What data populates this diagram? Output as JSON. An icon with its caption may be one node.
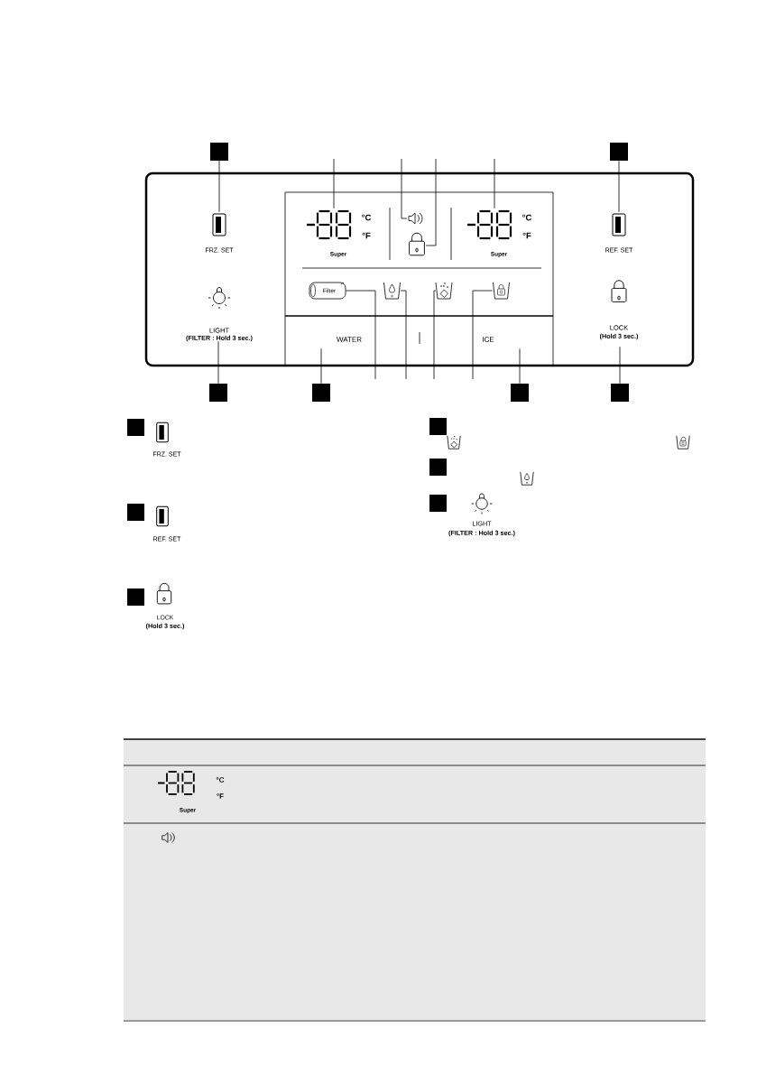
{
  "diagram": {
    "nodes": [
      {
        "text": [],
        "shape": "square"
      },
      {
        "text": [],
        "shape": "square"
      },
      {
        "text": [],
        "shape": "box"
      },
      {
        "text": [
          "FRZ. SET"
        ],
        "in": 2
      },
      {
        "text": [
          "LIGHT",
          "(FILTER : Hold 3 sec.)"
        ],
        "in": 2
      },
      {
        "text": [],
        "shape": "box",
        "in": 2
      },
      {
        "text": [
          "°C",
          "°F",
          "Super"
        ],
        "in": 5
      },
      {
        "text": [],
        "shape": "speaker",
        "in": 5
      },
      {
        "text": [
          "0"
        ],
        "in": 5
      },
      {
        "text": [
          "°C",
          "°F",
          "Super"
        ],
        "in": 5
      },
      {
        "text": [
          "Filter"
        ],
        "in": 5
      },
      {
        "text": [],
        "shape": "cup",
        "in": 5
      },
      {
        "text": [],
        "shape": "cup",
        "in": 5
      },
      {
        "text": [],
        "shape": "cup",
        "in": 5
      },
      {
        "text": [
          "WATER"
        ],
        "in": 5
      },
      {
        "text": [
          "ICE"
        ],
        "in": 5
      },
      {
        "text": [
          "REF. SET"
        ],
        "in": 2
      },
      {
        "text": [
          "0",
          "LOCK",
          "(Hold 3 sec.)"
        ],
        "in": 2
      },
      {
        "text": [],
        "shape": "square"
      },
      {
        "text": [],
        "shape": "square"
      },
      {
        "text": [],
        "shape": "square"
      },
      {
        "text": [],
        "shape": "square"
      },
      {
        "text": [],
        "shape": "square"
      },
      {
        "text": [],
        "shape": "square"
      },
      {
        "text": [],
        "shape": "square"
      },
      {
        "text": [],
        "shape": "square"
      },
      {
        "text": [],
        "shape": "square"
      },
      {
        "text": [],
        "shape": "square"
      }
    ],
    "edges": [
      {
        "from": 0,
        "to": 3,
        "arrow": "none"
      },
      {
        "from": 1,
        "to": 16,
        "arrow": "none"
      },
      {
        "from": 18,
        "to": 4,
        "arrow": "none"
      },
      {
        "from": 19,
        "to": 14,
        "arrow": "none"
      },
      {
        "from": 20,
        "to": 15,
        "arrow": "none"
      },
      {
        "from": 21,
        "to": 17,
        "arrow": "none"
      },
      {
        "from": null,
        "to": 6,
        "arrow": "none"
      },
      {
        "from": null,
        "to": 7,
        "arrow": "none"
      },
      {
        "from": null,
        "to": 8,
        "arrow": "none"
      },
      {
        "from": null,
        "to": 9,
        "arrow": "none"
      },
      {
        "from": null,
        "to": 10,
        "arrow": "none"
      },
      {
        "from": null,
        "to": 11,
        "arrow": "none"
      },
      {
        "from": null,
        "to": 12,
        "arrow": "none"
      },
      {
        "from": null,
        "to": 13,
        "arrow": "none"
      }
    ],
    "labels": [
      "FRZ. SET",
      "REF. SET",
      "0",
      "LOCK",
      "(Hold 3 sec.)",
      "LIGHT",
      "(FILTER : Hold 3 sec.)",
      "°C",
      "°F",
      "Super"
    ]
  }
}
